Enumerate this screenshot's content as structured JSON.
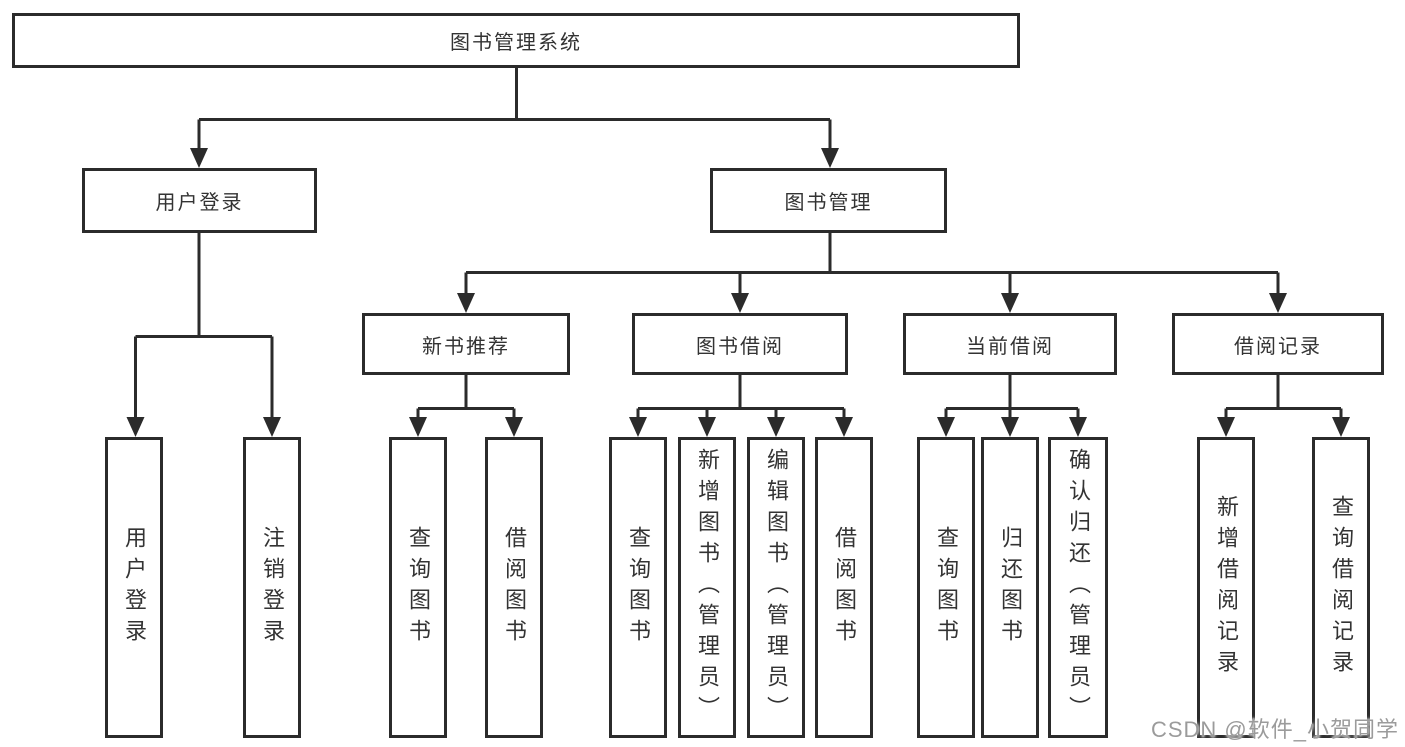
{
  "diagram": {
    "root_label": "图书管理系统",
    "branches": [
      {
        "label": "用户登录",
        "children": [
          {
            "label": "用户登录"
          },
          {
            "label": "注销登录"
          }
        ]
      },
      {
        "label": "图书管理",
        "children": [
          {
            "label": "新书推荐",
            "children": [
              {
                "label": "查询图书"
              },
              {
                "label": "借阅图书"
              }
            ]
          },
          {
            "label": "图书借阅",
            "children": [
              {
                "label": "查询图书"
              },
              {
                "label": "新增图书（管理员）"
              },
              {
                "label": "编辑图书（管理员）"
              },
              {
                "label": "借阅图书"
              }
            ]
          },
          {
            "label": "当前借阅",
            "children": [
              {
                "label": "查询图书"
              },
              {
                "label": "归还图书"
              },
              {
                "label": "确认归还（管理员）"
              }
            ]
          },
          {
            "label": "借阅记录",
            "children": [
              {
                "label": "新增借阅记录"
              },
              {
                "label": "查询借阅记录"
              }
            ]
          }
        ]
      }
    ]
  },
  "watermark": {
    "text": "CSDN @软件_小贺同学"
  },
  "colors": {
    "line": "#2b2b2b",
    "text": "#333333",
    "watermark": "#9b9b9b",
    "background": "#ffffff"
  }
}
